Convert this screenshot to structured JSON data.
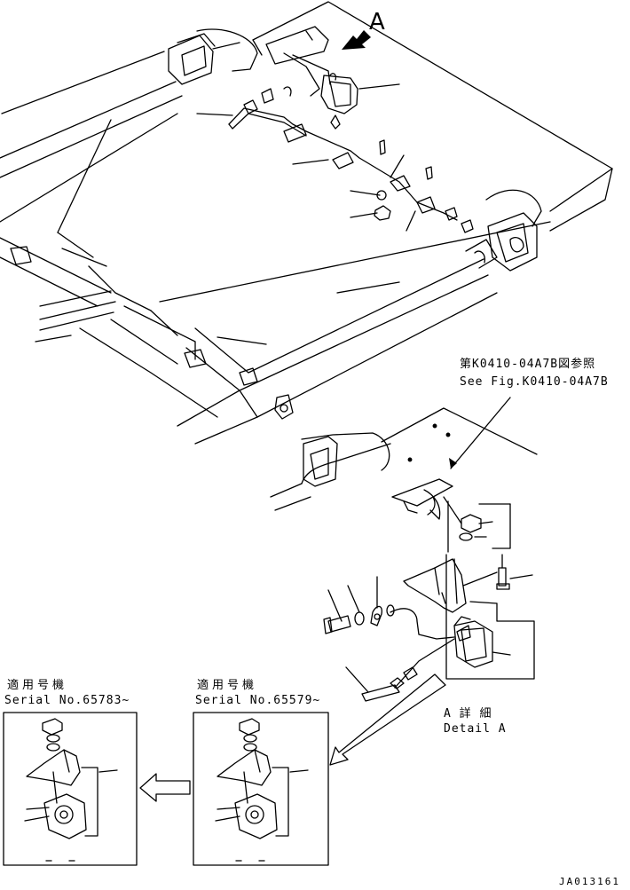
{
  "view_label": "A",
  "reference": {
    "jp": "第K0410-04A7B図参照",
    "en": "See Fig.K0410-04A7B"
  },
  "detail": {
    "jp": "A 詳 細",
    "en": "Detail A"
  },
  "variants": [
    {
      "jp": "適用号機",
      "en": "Serial No.65783~"
    },
    {
      "jp": "適用号機",
      "en": "Serial No.65579~"
    }
  ],
  "drawing_id": "JA013161"
}
